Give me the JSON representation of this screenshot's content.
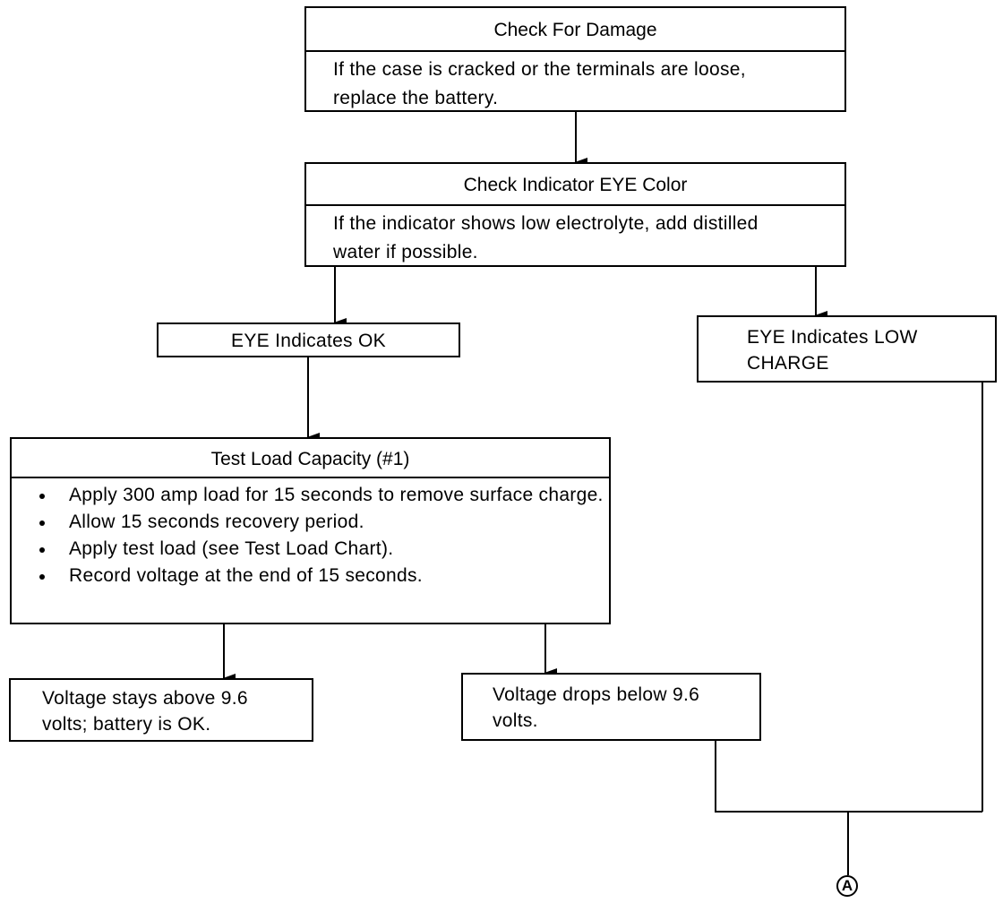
{
  "flowchart": {
    "check_damage": {
      "title": "Check For Damage",
      "body": "If the case is cracked or the terminals are loose, replace the battery."
    },
    "check_eye": {
      "title": "Check Indicator EYE Color",
      "body": "If the indicator shows low electrolyte, add distilled water if possible."
    },
    "eye_ok": {
      "text": "EYE Indicates OK"
    },
    "eye_low": {
      "text": "EYE Indicates LOW CHARGE"
    },
    "load_test": {
      "title": "Test Load Capacity (#1)",
      "steps": [
        "Apply 300 amp load for 15 seconds to remove surface charge.",
        "Allow 15 seconds recovery period.",
        "Apply test load (see Test Load Chart).",
        "Record voltage at the end of 15 seconds."
      ]
    },
    "voltage_above": {
      "text": "Voltage stays above 9.6 volts; battery is OK."
    },
    "voltage_below": {
      "text": "Voltage drops below 9.6 volts."
    },
    "connector": {
      "label": "A"
    }
  }
}
